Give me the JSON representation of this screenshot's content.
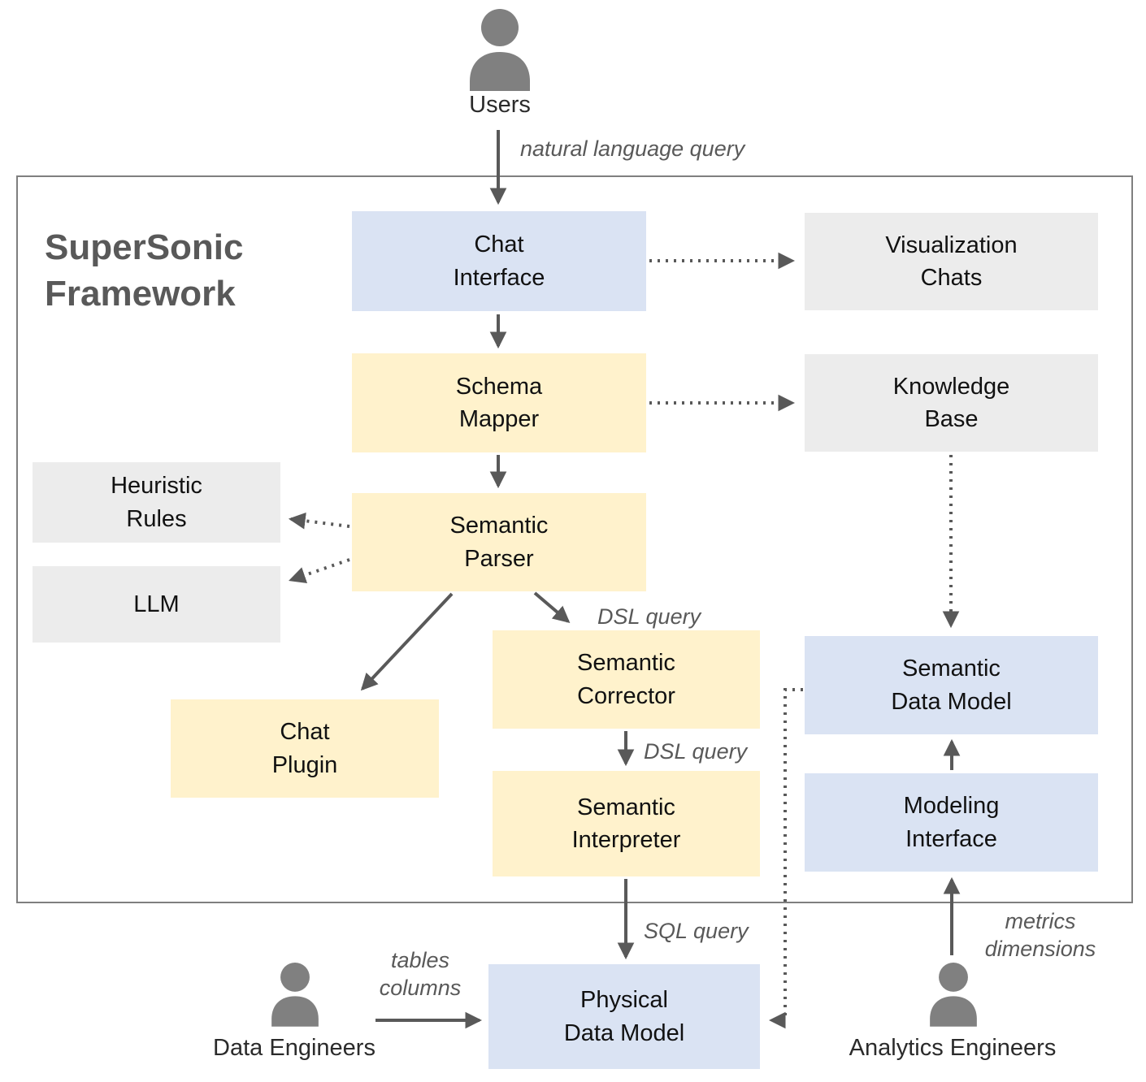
{
  "diagram": {
    "title": "SuperSonic\nFramework"
  },
  "actors": {
    "users": "Users",
    "data_engineers": "Data Engineers",
    "analytics_engineers": "Analytics Engineers"
  },
  "nodes": {
    "chat_interface": {
      "label": "Chat\nInterface"
    },
    "visualization_chats": {
      "label": "Visualization\nChats"
    },
    "schema_mapper": {
      "label": "Schema\nMapper"
    },
    "knowledge_base": {
      "label": "Knowledge\nBase"
    },
    "heuristic_rules": {
      "label": "Heuristic\nRules"
    },
    "llm": {
      "label": "LLM"
    },
    "semantic_parser": {
      "label": "Semantic\nParser"
    },
    "chat_plugin": {
      "label": "Chat\nPlugin"
    },
    "semantic_corrector": {
      "label": "Semantic\nCorrector"
    },
    "semantic_interpreter": {
      "label": "Semantic\nInterpreter"
    },
    "semantic_data_model": {
      "label": "Semantic\nData Model"
    },
    "modeling_interface": {
      "label": "Modeling\nInterface"
    },
    "physical_data_model": {
      "label": "Physical\nData Model"
    }
  },
  "edge_labels": {
    "natural_language_query": "natural language query",
    "dsl_query_parser_to_corrector": "DSL query",
    "dsl_query_corrector_to_interpreter": "DSL query",
    "sql_query": "SQL query",
    "tables_columns": "tables\ncolumns",
    "metrics_dimensions": "metrics\ndimensions"
  },
  "colors": {
    "blue_node": "#dae3f3",
    "yellow_node": "#fff2cc",
    "gray_node": "#ececec",
    "node_text": "#111111",
    "arrow": "#595959",
    "frame_border": "#7f7f7f",
    "title_text": "#595959",
    "edge_label_text": "#595959",
    "actor_icon": "#808080",
    "actor_text": "#2b2b2b"
  }
}
